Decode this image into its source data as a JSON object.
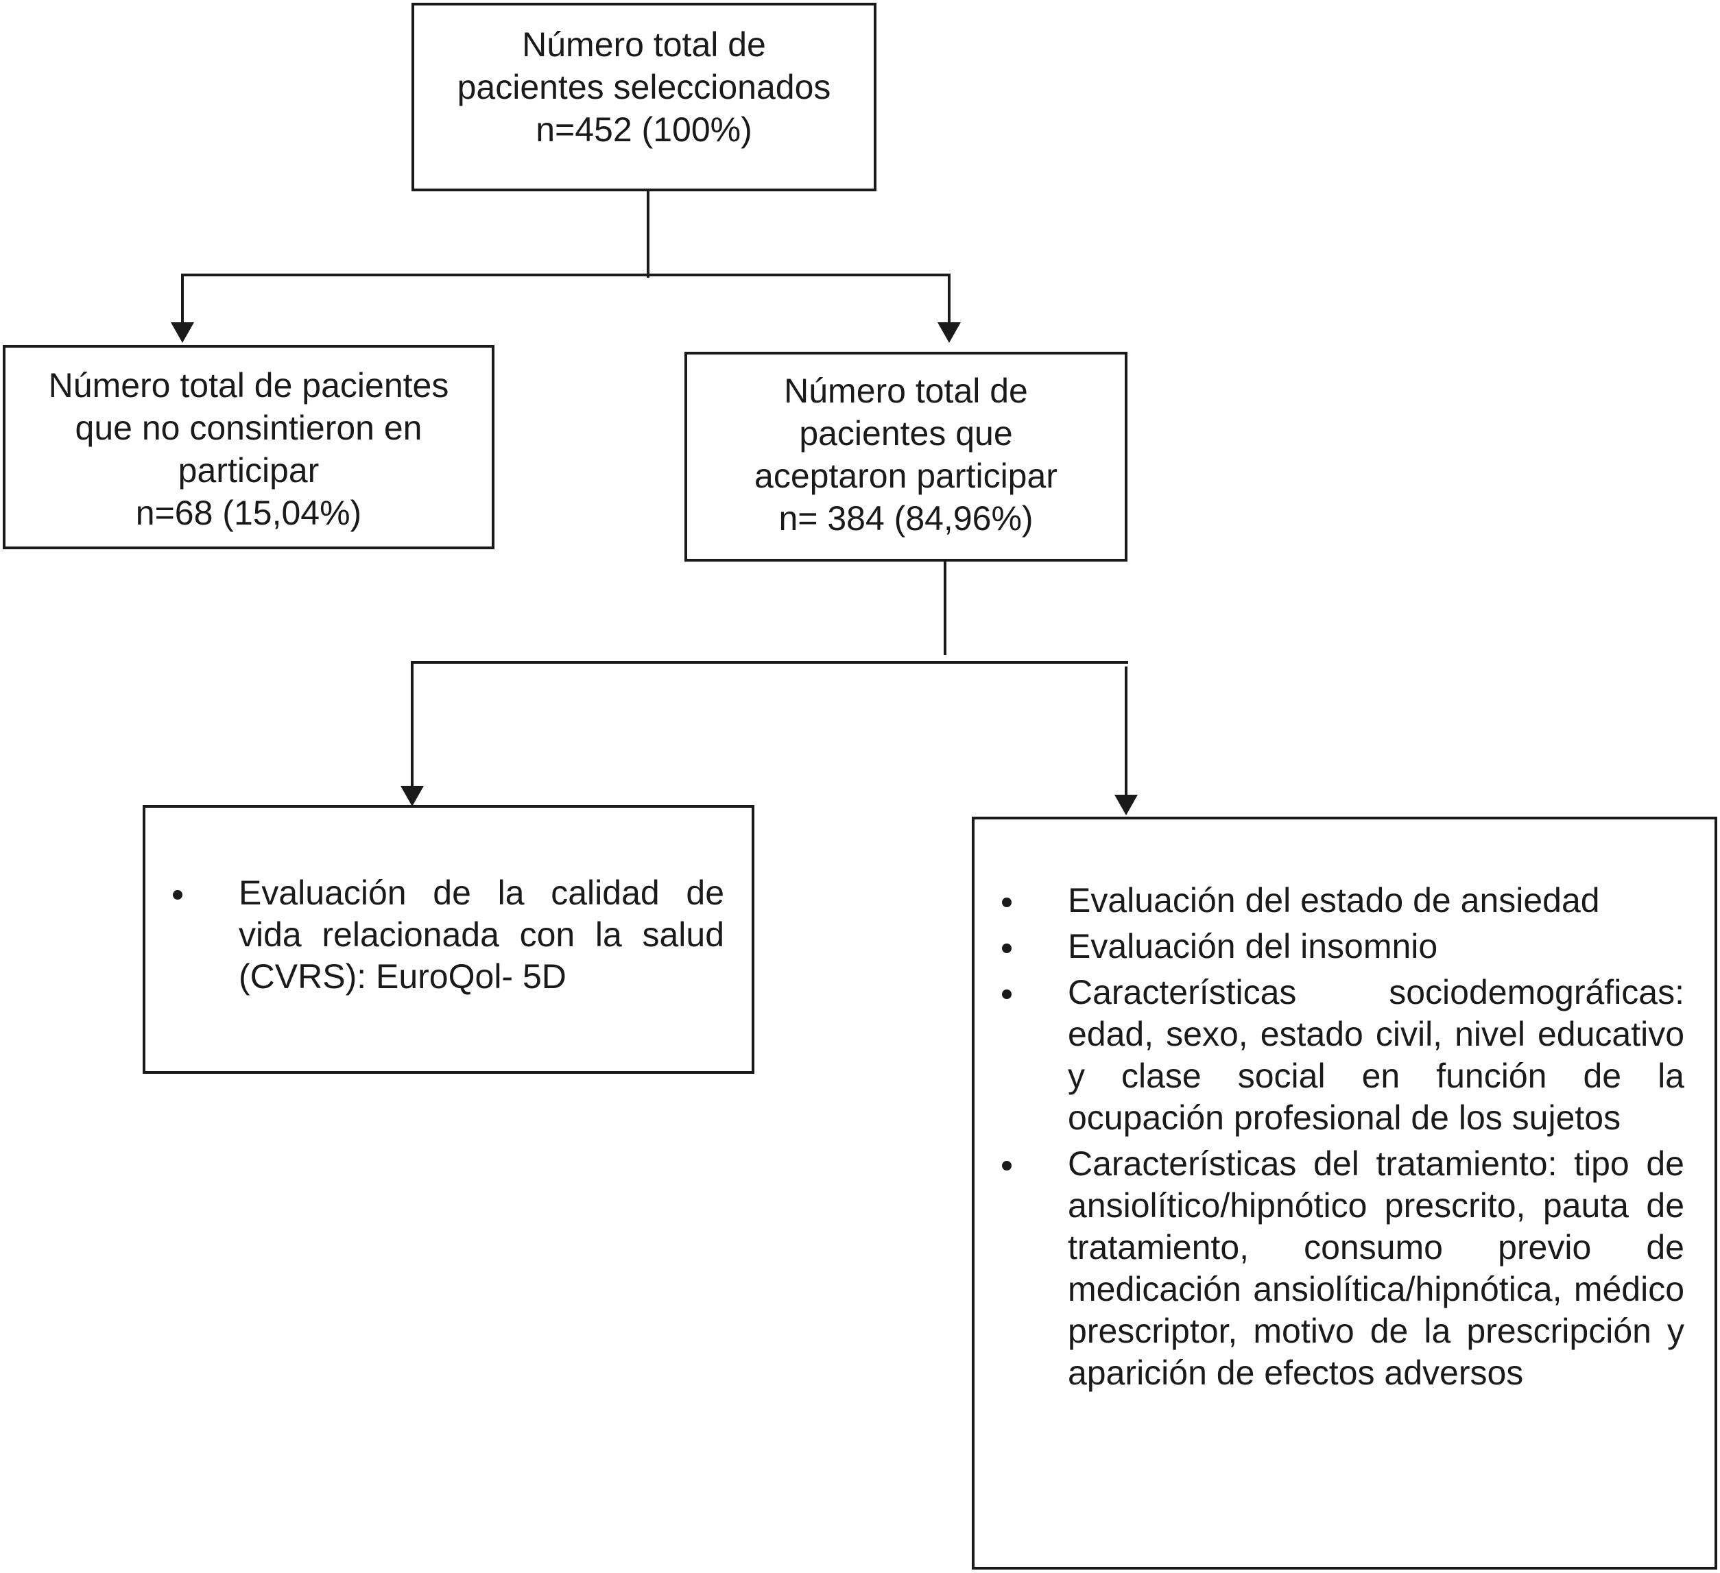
{
  "boxes": {
    "total": {
      "line1": "Número total de",
      "line2": "pacientes seleccionados",
      "line3": "n=452 (100%)"
    },
    "declined": {
      "line1": "Número total de pacientes",
      "line2": "que no consintieron en",
      "line3": "participar",
      "line4": "n=68 (15,04%)"
    },
    "accepted": {
      "line1": "Número total de",
      "line2": "pacientes que",
      "line3": "aceptaron participar",
      "line4": "n= 384 (84,96%)"
    },
    "quality": {
      "items": [
        "Evaluación de la calidad de vida relacionada con la salud (CVRS): EuroQol- 5D"
      ]
    },
    "assessments": {
      "items": [
        "Evaluación del estado de ansiedad",
        "Evaluación del insomnio",
        "Características sociodemográficas: edad, sexo, estado civil, nivel educativo y clase social en función de la ocupación profesional de los sujetos",
        "Características del tratamiento: tipo de ansiolítico/hipnótico prescrito, pauta de tratamiento, consumo previo de medicación ansiolítica/hipnótica, médico prescriptor, motivo de la prescripción y aparición de efectos adversos"
      ]
    }
  },
  "colors": {
    "stroke": "#1a1a1a",
    "background": "#ffffff"
  }
}
